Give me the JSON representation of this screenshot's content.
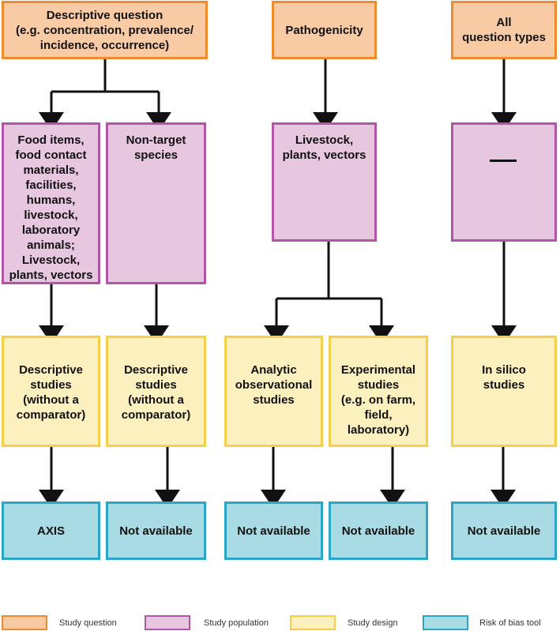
{
  "colors": {
    "question_fill": "#f9cba4",
    "question_border": "#ef8b2c",
    "population_fill": "#e7c6df",
    "population_border": "#b255a6",
    "design_fill": "#fdf0bf",
    "design_border": "#f5cf47",
    "tool_fill": "#a8dbe4",
    "tool_border": "#2aa6c6",
    "arrow": "#111111"
  },
  "questions": {
    "descriptive": "Descriptive question\n(e.g. concentration, prevalence/\nincidence, occurrence)",
    "pathogenicity": "Pathogenicity",
    "all": "All\nquestion types"
  },
  "populations": {
    "food_items": "Food items,\nfood contact\nmaterials,\nfacilities,\nhumans,\nlivestock,\nlaboratory\nanimals;\nLivestock,\nplants, vectors",
    "non_target": "Non-target\nspecies",
    "livestock": "Livestock,\nplants, vectors",
    "none": ""
  },
  "designs": {
    "descriptive_1": "Descriptive\nstudies\n(without a\ncomparator)",
    "descriptive_2": "Descriptive\nstudies\n(without a\ncomparator)",
    "analytic": "Analytic\nobservational\nstudies",
    "experimental": "Experimental\nstudies\n(e.g. on farm,\nfield,\nlaboratory)",
    "in_silico": "In silico\nstudies"
  },
  "tools": {
    "axis": "AXIS",
    "na_2": "Not available",
    "na_3": "Not available",
    "na_4": "Not available",
    "na_5": "Not available"
  },
  "legend": [
    {
      "label": "Study question",
      "kind": "question"
    },
    {
      "label": "Study population",
      "kind": "population"
    },
    {
      "label": "Study design",
      "kind": "design"
    },
    {
      "label": "Risk of bias tool",
      "kind": "tool"
    }
  ]
}
